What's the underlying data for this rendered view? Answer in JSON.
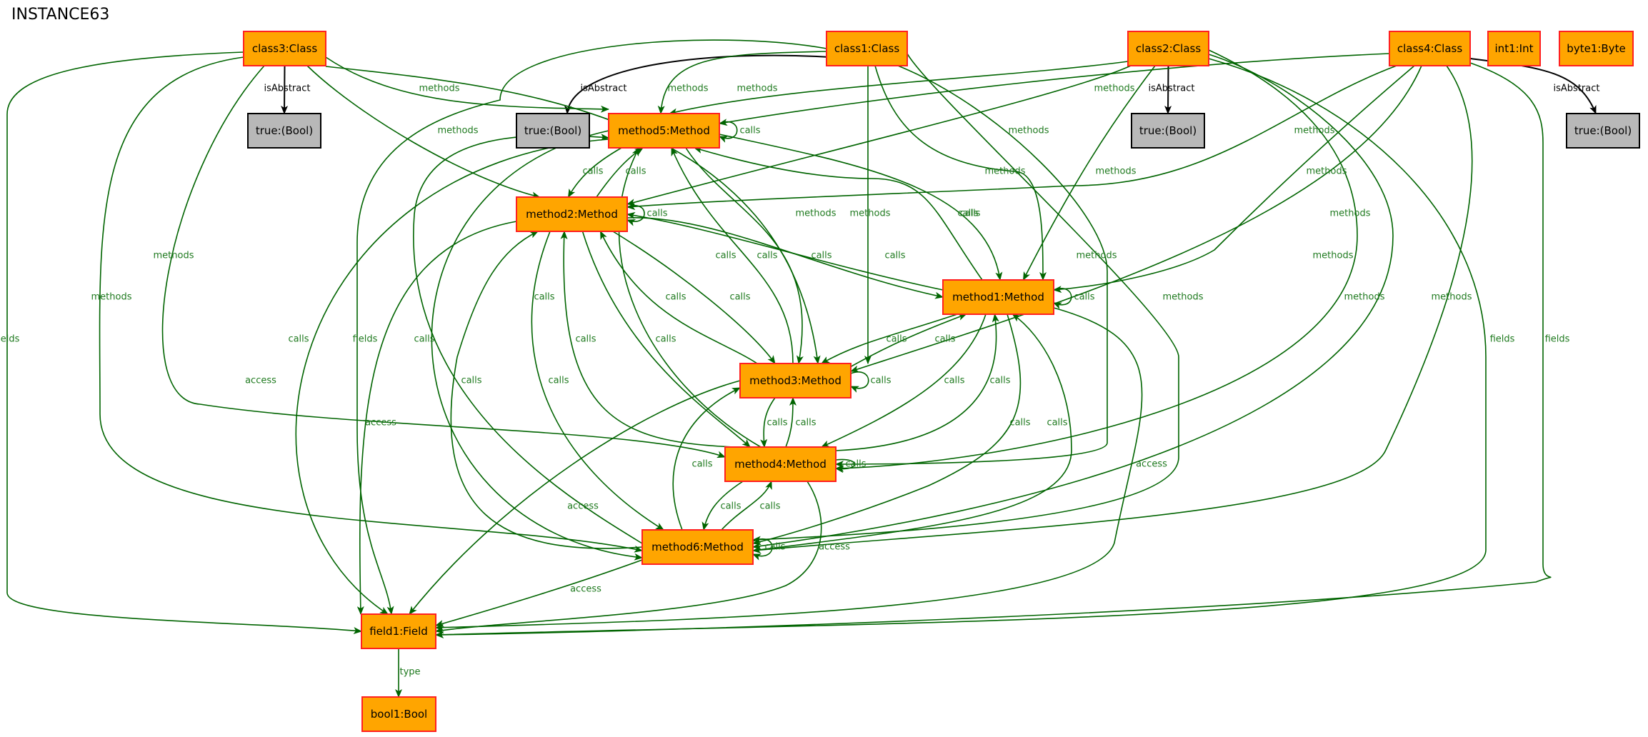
{
  "title": "INSTANCE63",
  "colors": {
    "node_fill": "#ffa500",
    "node_stroke": "#ff2020",
    "bool_fill": "#b8b8b8",
    "bool_stroke": "#000000",
    "edge_green": "#006400",
    "edge_label_green": "#1f7a1f",
    "edge_black": "#000000"
  },
  "nodes": [
    {
      "id": "class3",
      "label": "class3:Class",
      "kind": "object"
    },
    {
      "id": "class1",
      "label": "class1:Class",
      "kind": "object"
    },
    {
      "id": "class2",
      "label": "class2:Class",
      "kind": "object"
    },
    {
      "id": "class4",
      "label": "class4:Class",
      "kind": "object"
    },
    {
      "id": "int1",
      "label": "int1:Int",
      "kind": "object"
    },
    {
      "id": "byte1",
      "label": "byte1:Byte",
      "kind": "object"
    },
    {
      "id": "true3",
      "label": "true:(Bool)",
      "kind": "bool"
    },
    {
      "id": "true1",
      "label": "true:(Bool)",
      "kind": "bool"
    },
    {
      "id": "true2",
      "label": "true:(Bool)",
      "kind": "bool"
    },
    {
      "id": "true4",
      "label": "true:(Bool)",
      "kind": "bool"
    },
    {
      "id": "method5",
      "label": "method5:Method",
      "kind": "object"
    },
    {
      "id": "method2",
      "label": "method2:Method",
      "kind": "object"
    },
    {
      "id": "method1",
      "label": "method1:Method",
      "kind": "object"
    },
    {
      "id": "method3",
      "label": "method3:Method",
      "kind": "object"
    },
    {
      "id": "method4",
      "label": "method4:Method",
      "kind": "object"
    },
    {
      "id": "method6",
      "label": "method6:Method",
      "kind": "object"
    },
    {
      "id": "field1",
      "label": "field1:Field",
      "kind": "object"
    },
    {
      "id": "bool1",
      "label": "bool1:Bool",
      "kind": "object"
    }
  ],
  "edges": [
    {
      "id": "e-class3-true3",
      "label": "isAbstract",
      "style": "black"
    },
    {
      "id": "e-class1-true1",
      "label": "isAbstract",
      "style": "black"
    },
    {
      "id": "e-class2-true2",
      "label": "isAbstract",
      "style": "black"
    },
    {
      "id": "e-class4-true4",
      "label": "isAbstract",
      "style": "black"
    },
    {
      "id": "e-class3-method5",
      "label": "methods",
      "style": "green"
    },
    {
      "id": "e-class3-method2",
      "label": "methods",
      "style": "green"
    },
    {
      "id": "e-class3-method3",
      "label": "methods",
      "style": "green"
    },
    {
      "id": "e-class3-method4",
      "label": "methods",
      "style": "green"
    },
    {
      "id": "e-class3-method6",
      "label": "methods",
      "style": "green"
    },
    {
      "id": "e-class3-field1",
      "label": "fields",
      "style": "green"
    },
    {
      "id": "e-class1-method5",
      "label": "methods",
      "style": "green"
    },
    {
      "id": "e-class1-method3",
      "label": "methods",
      "style": "green"
    },
    {
      "id": "e-class1-method1",
      "label": "methods",
      "style": "green"
    },
    {
      "id": "e-class1-method4",
      "label": "methods",
      "style": "green"
    },
    {
      "id": "e-class1-method6",
      "label": "methods",
      "style": "green"
    },
    {
      "id": "e-class1-field1",
      "label": "fields",
      "style": "green"
    },
    {
      "id": "e-class2-method5",
      "label": "methods",
      "style": "green"
    },
    {
      "id": "e-class2-method2",
      "label": "methods",
      "style": "green"
    },
    {
      "id": "e-class2-method1",
      "label": "methods",
      "style": "green"
    },
    {
      "id": "e-class2-method4",
      "label": "methods",
      "style": "green"
    },
    {
      "id": "e-class2-method6",
      "label": "methods",
      "style": "green"
    },
    {
      "id": "e-class2-field1",
      "label": "fields",
      "style": "green"
    },
    {
      "id": "e-class4-method5",
      "label": "methods",
      "style": "green"
    },
    {
      "id": "e-class4-method2",
      "label": "methods",
      "style": "green"
    },
    {
      "id": "e-class4-method1",
      "label": "methods",
      "style": "green"
    },
    {
      "id": "e-class4-method3",
      "label": "methods",
      "style": "green"
    },
    {
      "id": "e-class4-method6",
      "label": "methods",
      "style": "green"
    },
    {
      "id": "e-class4-field1",
      "label": "fields",
      "style": "green"
    },
    {
      "id": "e-method5-self",
      "label": "calls",
      "style": "green"
    },
    {
      "id": "e-method2-self",
      "label": "calls",
      "style": "green"
    },
    {
      "id": "e-method1-self",
      "label": "calls",
      "style": "green"
    },
    {
      "id": "e-method3-self",
      "label": "calls",
      "style": "green"
    },
    {
      "id": "e-method4-self",
      "label": "calls",
      "style": "green"
    },
    {
      "id": "e-method6-self",
      "label": "calls",
      "style": "green"
    },
    {
      "id": "e-method5-method2",
      "label": "calls",
      "style": "green"
    },
    {
      "id": "e-method2-method5",
      "label": "calls",
      "style": "green"
    },
    {
      "id": "e-method5-method1",
      "label": "calls",
      "style": "green"
    },
    {
      "id": "e-method1-method5",
      "label": "calls",
      "style": "green"
    },
    {
      "id": "e-method5-method3",
      "label": "calls",
      "style": "green"
    },
    {
      "id": "e-method3-method5",
      "label": "calls",
      "style": "green"
    },
    {
      "id": "e-method4-method5",
      "label": "calls",
      "style": "green"
    },
    {
      "id": "e-method6-method5",
      "label": "calls",
      "style": "green"
    },
    {
      "id": "e-method5-method6",
      "label": "calls",
      "style": "green"
    },
    {
      "id": "e-method2-method1",
      "label": "calls",
      "style": "green"
    },
    {
      "id": "e-method1-method2",
      "label": "calls",
      "style": "green"
    },
    {
      "id": "e-method2-method3",
      "label": "calls",
      "style": "green"
    },
    {
      "id": "e-method3-method2",
      "label": "calls",
      "style": "green"
    },
    {
      "id": "e-method2-method4",
      "label": "calls",
      "style": "green"
    },
    {
      "id": "e-method4-method2",
      "label": "calls",
      "style": "green"
    },
    {
      "id": "e-method2-method6",
      "label": "calls",
      "style": "green"
    },
    {
      "id": "e-method6-method2",
      "label": "calls",
      "style": "green"
    },
    {
      "id": "e-method1-method3",
      "label": "calls",
      "style": "green"
    },
    {
      "id": "e-method3-method1",
      "label": "calls",
      "style": "green"
    },
    {
      "id": "e-method1-method4",
      "label": "calls",
      "style": "green"
    },
    {
      "id": "e-method4-method1",
      "label": "calls",
      "style": "green"
    },
    {
      "id": "e-method1-method6",
      "label": "calls",
      "style": "green"
    },
    {
      "id": "e-method6-method1",
      "label": "calls",
      "style": "green"
    },
    {
      "id": "e-method3-method4",
      "label": "calls",
      "style": "green"
    },
    {
      "id": "e-method4-method3",
      "label": "calls",
      "style": "green"
    },
    {
      "id": "e-method4-method6",
      "label": "calls",
      "style": "green"
    },
    {
      "id": "e-method6-method4",
      "label": "calls",
      "style": "green"
    },
    {
      "id": "e-method6-method3",
      "label": "calls",
      "style": "green"
    },
    {
      "id": "e-method5-field1",
      "label": "access",
      "style": "green"
    },
    {
      "id": "e-method2-field1",
      "label": "access",
      "style": "green"
    },
    {
      "id": "e-method3-field1",
      "label": "access",
      "style": "green"
    },
    {
      "id": "e-method1-field1",
      "label": "access",
      "style": "green"
    },
    {
      "id": "e-method4-field1",
      "label": "access",
      "style": "green"
    },
    {
      "id": "e-method6-field1",
      "label": "access",
      "style": "green"
    },
    {
      "id": "e-field1-bool1",
      "label": "type",
      "style": "green"
    }
  ]
}
